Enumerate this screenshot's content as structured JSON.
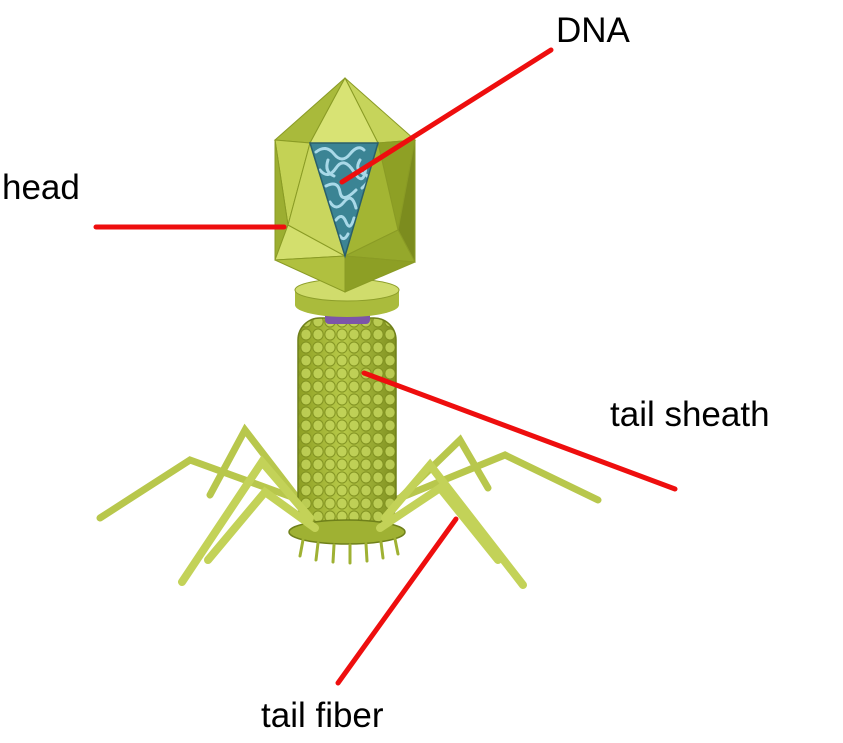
{
  "labels": {
    "dna": "DNA",
    "head": "head",
    "tail_sheath": "tail sheath",
    "tail_fiber": "tail fiber"
  },
  "colors": {
    "leader_line": "#ee0e0e",
    "capsid": "#b9c84a",
    "capsid_dark": "#7c8c1e",
    "capsid_light": "#d3df6d",
    "dna_background": "#3b8494",
    "dna_strand": "#a9d9e8",
    "collar": "#c7d459",
    "sheath": "#a6b935",
    "connector": "#7c55a8",
    "fiber": "#c3d258"
  },
  "icons": [
    "bacteriophage-illustration"
  ]
}
